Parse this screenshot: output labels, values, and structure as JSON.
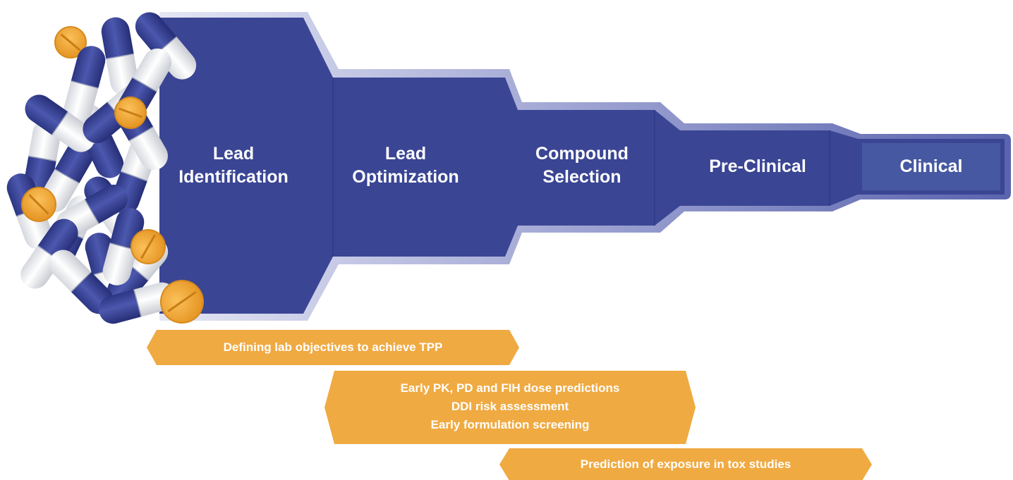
{
  "stages": [
    {
      "line1": "Lead",
      "line2": "Identification"
    },
    {
      "line1": "Lead",
      "line2": "Optimization"
    },
    {
      "line1": "Compound",
      "line2": "Selection"
    },
    {
      "line1": "Pre-Clinical",
      "line2": ""
    },
    {
      "line1": "Clinical",
      "line2": ""
    }
  ],
  "activities": [
    {
      "lines": [
        "Defining lab objectives to achieve TPP"
      ]
    },
    {
      "lines": [
        "Early PK, PD and FIH dose predictions",
        "DDI risk assessment",
        "Early formulation screening"
      ]
    },
    {
      "lines": [
        "Prediction of exposure in tox studies"
      ]
    }
  ],
  "colors": {
    "funnel_blue": "#3a4594",
    "funnel_edge": "#bcc0e2",
    "clinical_box": "#4758a2",
    "arrow_orange": "#f0aa42",
    "pill_white": "#f4f4f6",
    "pill_orange": "#f3a93a"
  },
  "icons": [
    "capsule-pile-illustration",
    "tablet-icon"
  ]
}
